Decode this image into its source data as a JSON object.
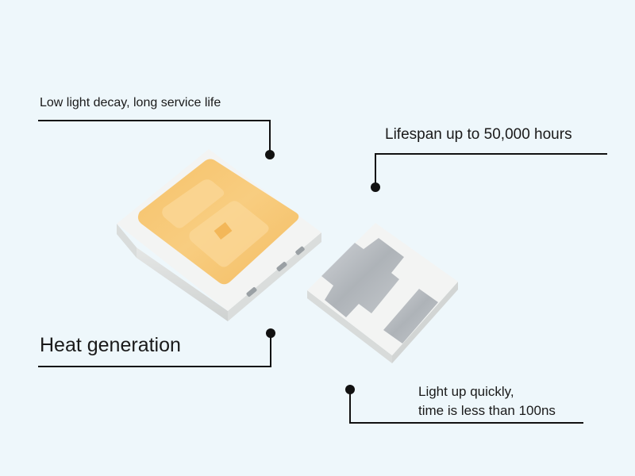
{
  "callouts": {
    "decay": "Low light decay, long service life",
    "lifespan": "Lifespan up to 50,000 hours",
    "heat": "Heat generation",
    "quick_line1": "Light up quickly,",
    "quick_line2": "time is less than 100ns"
  },
  "colors": {
    "background": "#eef7fb",
    "line": "#111111",
    "phosphor": "#f7c873",
    "body": "#f4f5f4"
  },
  "icons": [
    "smd-led-front",
    "smd-led-back"
  ]
}
